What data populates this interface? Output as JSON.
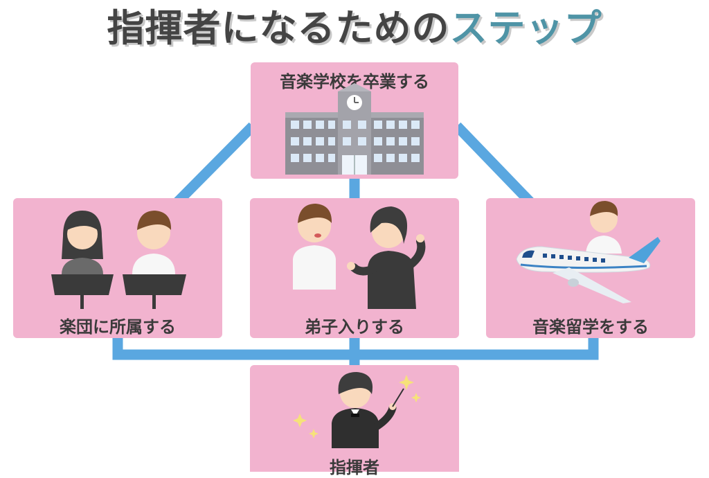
{
  "title": {
    "dark": "指揮者になるための",
    "accent": "ステップ"
  },
  "steps": {
    "top": {
      "label": "音楽学校を卒業する"
    },
    "left": {
      "label": "楽団に所属する"
    },
    "center": {
      "label": "弟子入りする"
    },
    "right": {
      "label": "音楽留学をする"
    },
    "bottom": {
      "label": "指揮者"
    }
  },
  "colors": {
    "box": "#f2b3cf",
    "connector": "#5aa7e0",
    "title": "#444444",
    "title_accent": "#4f94a6"
  },
  "icons": [
    "school-building-icon",
    "orchestra-members-icon",
    "mentor-pupil-icon",
    "airplane-icon",
    "conductor-icon"
  ]
}
